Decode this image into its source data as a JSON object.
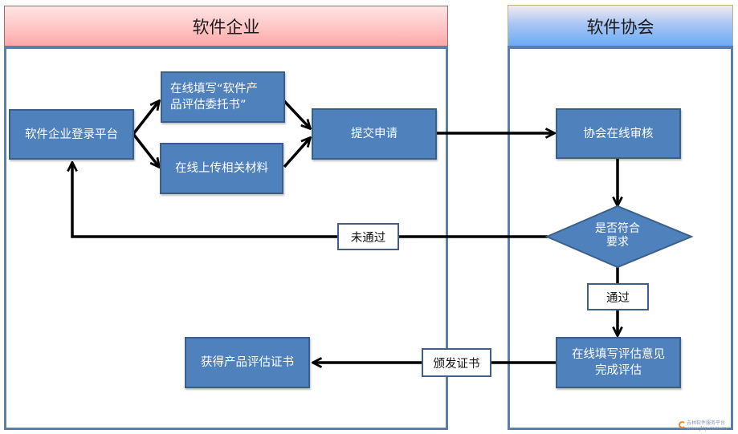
{
  "lanes": {
    "enterprise": {
      "title": "软件企业",
      "header_color": "#ffb3b3"
    },
    "association": {
      "title": "软件协会",
      "header_color": "#7fb4f7"
    }
  },
  "nodes": {
    "login": "软件企业登录平台",
    "fill_form_line1": "在线填写“软件产",
    "fill_form_line2": "品评估委托书”",
    "upload": "在线上传相关材料",
    "submit": "提交申请",
    "review": "协会在线审核",
    "decision_line1": "是否符合",
    "decision_line2": "要求",
    "evaluate_line1": "在线填写评估意见",
    "evaluate_line2": "完成评估",
    "certificate": "获得产品评估证书"
  },
  "edge_labels": {
    "rejected": "未通过",
    "passed": "通过",
    "issue_certificate": "颁发证书"
  },
  "colors": {
    "process_fill": "#4f81bd",
    "lane_border": "#5b7fa9",
    "arrow": "#000000"
  },
  "watermark": {
    "line1": "吉林软件服务平台",
    "line2": "www.jlsp.com.cn"
  }
}
